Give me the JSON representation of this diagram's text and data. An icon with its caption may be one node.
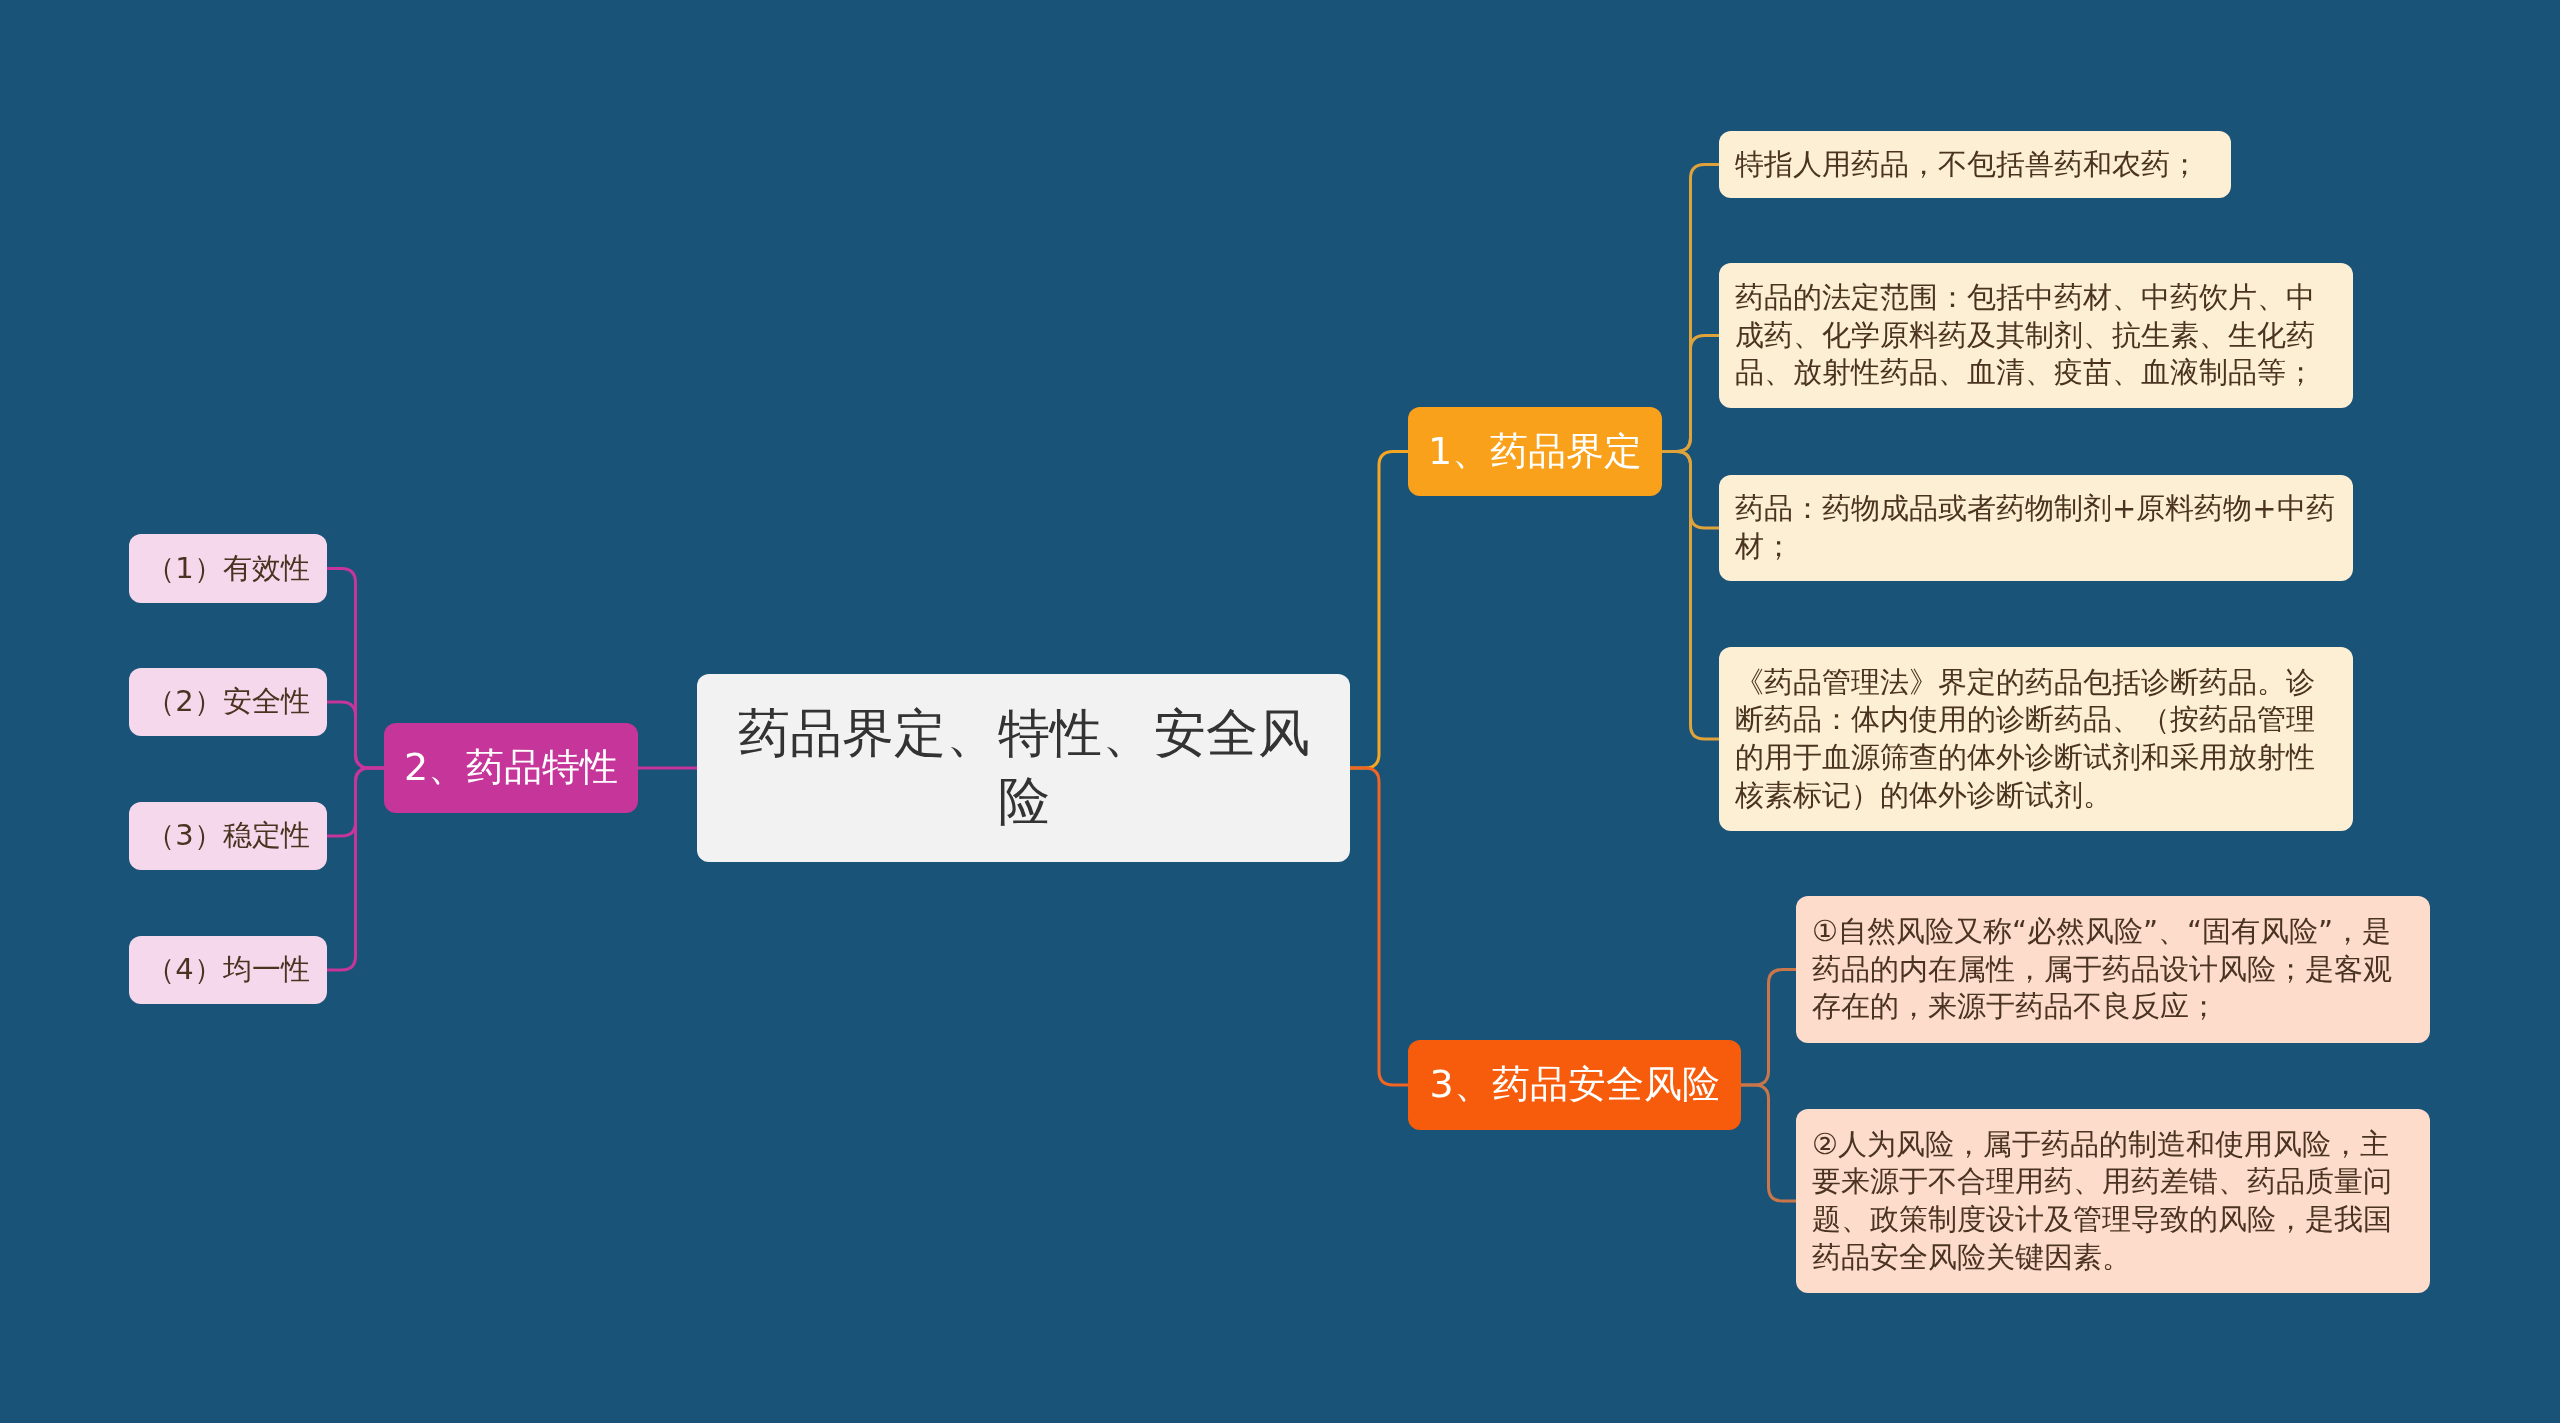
{
  "diagram": {
    "nodes": [
      {
        "text": [
          "药品界定、特性、安全风险"
        ]
      },
      {
        "text": [
          "1、药品界定"
        ]
      },
      {
        "text": [
          "特指人用药品，不包括兽药和农药；"
        ]
      },
      {
        "text": [
          "药品的法定范围：包括中药材、中药饮片、中成药、化学原料药及其制剂、抗生素、生化药品、放射性药品、血清、疫苗、血液制品等；"
        ]
      },
      {
        "text": [
          "药品：药物成品或者药物制剂+原料药物+中药材；"
        ]
      },
      {
        "text": [
          "《药品管理法》界定的药品包括诊断药品。诊断药品：体内使用的诊断药品、（按药品管理的用于血源筛查的体外诊断试剂和采用放射性核素标记）的体外诊断试剂。"
        ]
      },
      {
        "text": [
          "2、药品特性"
        ]
      },
      {
        "text": [
          "（1）有效性"
        ]
      },
      {
        "text": [
          "（2）安全性"
        ]
      },
      {
        "text": [
          "（3）稳定性"
        ]
      },
      {
        "text": [
          "（4）均一性"
        ]
      },
      {
        "text": [
          "3、药品安全风险"
        ]
      },
      {
        "text": [
          "①自然风险又称“必然风险”、“固有风险”，是药品的内在属性，属于药品设计风险；是客观存在的，来源于药品不良反应；"
        ]
      },
      {
        "text": [
          "②人为风险，属于药品的制造和使用风险，主要来源于不合理用药、用药差错、药品质量问题、政策制度设计及管理导致的风险，是我国药品安全风险关键因素。"
        ]
      }
    ],
    "edges": [
      {
        "from": 0,
        "to": 1,
        "arrow": "none",
        "color": "#f5a623"
      },
      {
        "from": 1,
        "to": 2,
        "arrow": "none",
        "color": "#e0a33a"
      },
      {
        "from": 1,
        "to": 3,
        "arrow": "none",
        "color": "#e0a33a"
      },
      {
        "from": 1,
        "to": 4,
        "arrow": "none",
        "color": "#e0a33a"
      },
      {
        "from": 1,
        "to": 5,
        "arrow": "none",
        "color": "#e0a33a"
      },
      {
        "from": 0,
        "to": 6,
        "arrow": "none",
        "color": "#c6359a"
      },
      {
        "from": 6,
        "to": 7,
        "arrow": "none",
        "color": "#c6359a"
      },
      {
        "from": 6,
        "to": 8,
        "arrow": "none",
        "color": "#c6359a"
      },
      {
        "from": 6,
        "to": 9,
        "arrow": "none",
        "color": "#c6359a"
      },
      {
        "from": 6,
        "to": 10,
        "arrow": "none",
        "color": "#c6359a"
      },
      {
        "from": 0,
        "to": 11,
        "arrow": "none",
        "color": "#f26522"
      },
      {
        "from": 11,
        "to": 12,
        "arrow": "none",
        "color": "#c8764a"
      },
      {
        "from": 11,
        "to": 13,
        "arrow": "none",
        "color": "#c8764a"
      }
    ]
  }
}
